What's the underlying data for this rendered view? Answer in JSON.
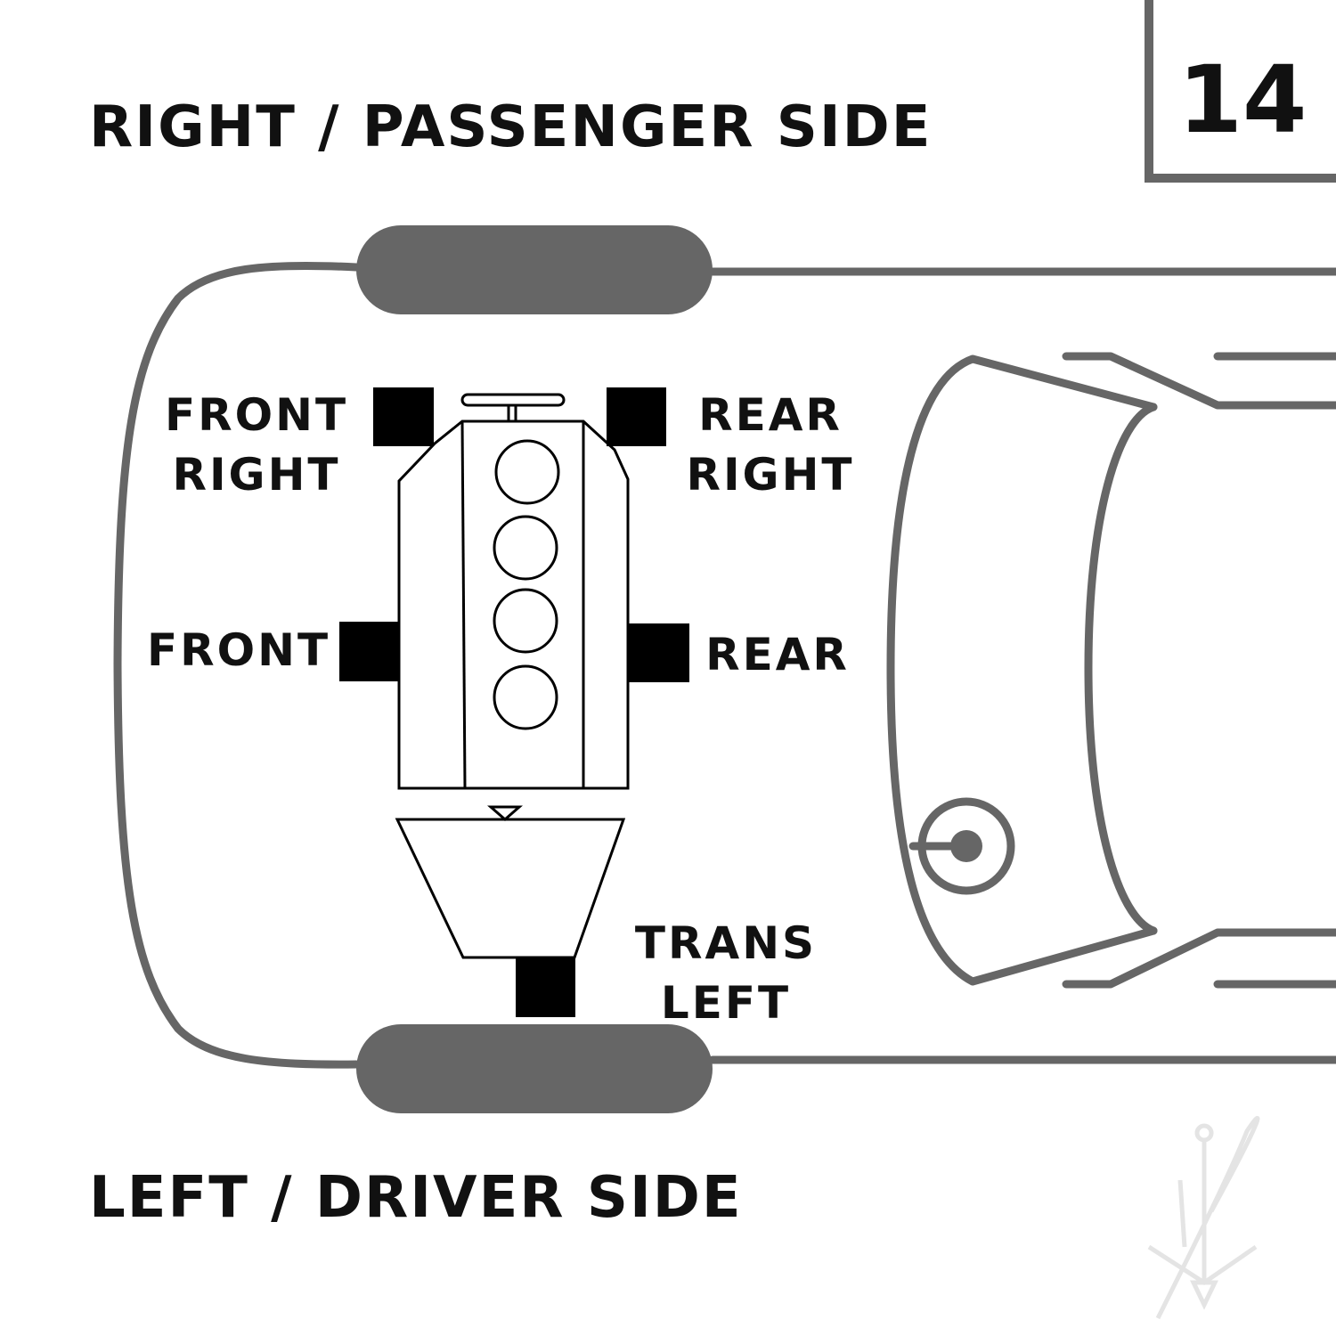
{
  "diagram_number": "14",
  "labels": {
    "top_side": "RIGHT / PASSENGER SIDE",
    "bottom_side": "LEFT / DRIVER SIDE",
    "front_right_1": "FRONT",
    "front_right_2": "RIGHT",
    "rear_right_1": "REAR",
    "rear_right_2": "RIGHT",
    "front": "FRONT",
    "rear": "REAR",
    "trans_left_1": "TRANS",
    "trans_left_2": "LEFT"
  },
  "watermark_logo": "anchor-logo",
  "colors": {
    "body_outline": "#666666",
    "mount_block": "#000000",
    "engine_line": "#000000",
    "watermark": "#e4e4e4"
  }
}
